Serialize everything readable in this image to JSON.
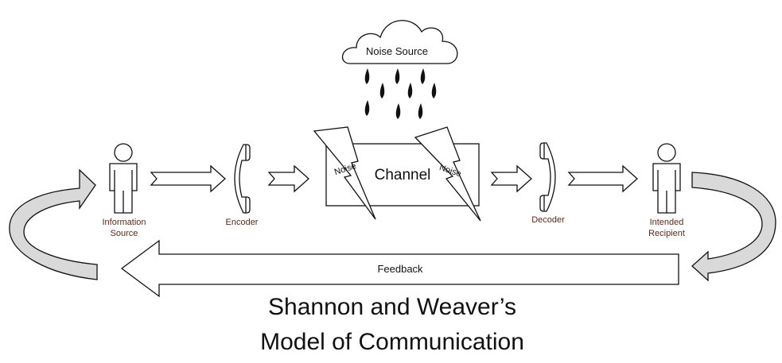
{
  "nodes": {
    "information_source": [
      "Information",
      "Source"
    ],
    "encoder": "Encoder",
    "channel": "Channel",
    "decoder": "Decoder",
    "intended_recipient": [
      "Intended",
      "Recipient"
    ],
    "noise_source": "Noise Source",
    "noise_left": "Noise",
    "noise_right": "Noise"
  },
  "feedback": "Feedback",
  "title": [
    "Shannon and Weaver’s",
    "Model of Communication"
  ],
  "colors": {
    "node_label": "#5a2a1a",
    "stroke": "#111111",
    "feedback_arrow_fill": "#d9d9d9"
  }
}
